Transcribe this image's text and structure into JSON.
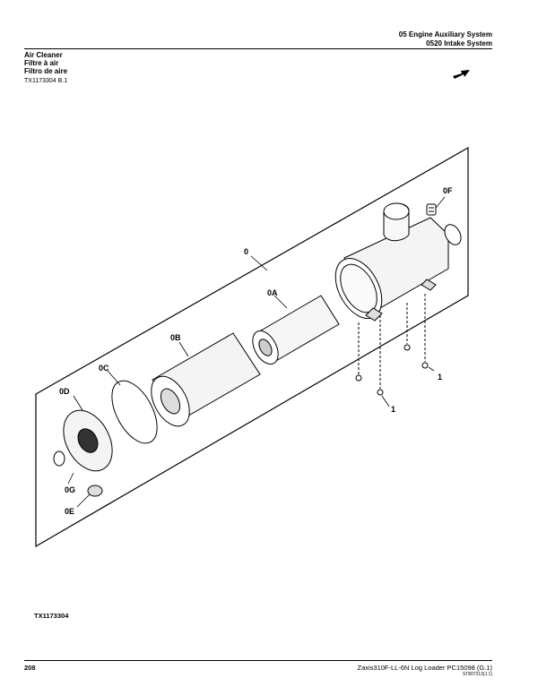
{
  "header": {
    "section": "05 Engine Auxiliary System",
    "subsection": "0520 Intake System"
  },
  "title": {
    "en": "Air Cleaner",
    "fr": "Filtre à air",
    "es": "Filtro de aire"
  },
  "reference": "TX1173304 B.1",
  "callouts": {
    "assembly": "0",
    "element_inner": "0A",
    "element_outer": "0B",
    "o_ring": "0C",
    "cover": "0D",
    "valve": "0E",
    "indicator": "0F",
    "clamp": "0G",
    "bolt_a": "1",
    "bolt_b": "1"
  },
  "figure_caption": "TX1173304",
  "footer": {
    "page": "208",
    "model": "Zaxis310F-LL-6N Log Loader    PC15098    (G.1)",
    "code": "ST807213(J.1)"
  },
  "icons": {
    "direction": "arrow-icon"
  }
}
